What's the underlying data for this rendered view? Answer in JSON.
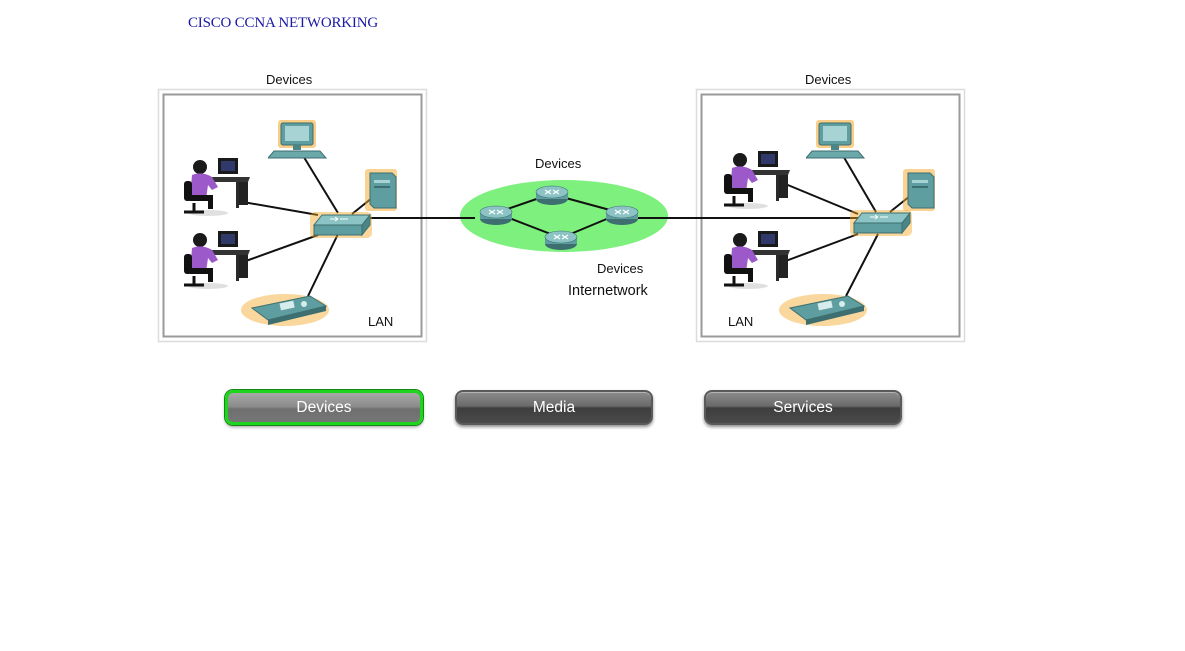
{
  "header": {
    "title": "CISCO CCNA NETWORKING"
  },
  "diagram": {
    "left_lan": {
      "devices_label": "Devices",
      "lan_label": "LAN"
    },
    "right_lan": {
      "devices_label": "Devices",
      "lan_label": "LAN"
    },
    "internetwork": {
      "devices_label_top": "Devices",
      "devices_label_bottom": "Devices",
      "label": "Internetwork"
    }
  },
  "tabs": [
    {
      "label": "Devices",
      "active": true
    },
    {
      "label": "Media",
      "active": false
    },
    {
      "label": "Services",
      "active": false
    }
  ],
  "colors": {
    "link": "#1a1aa6",
    "cloud": "#7ef07e",
    "device_teal": "#5f9ea0",
    "device_glow": "#f5a623",
    "active_border": "#1ed41e"
  }
}
